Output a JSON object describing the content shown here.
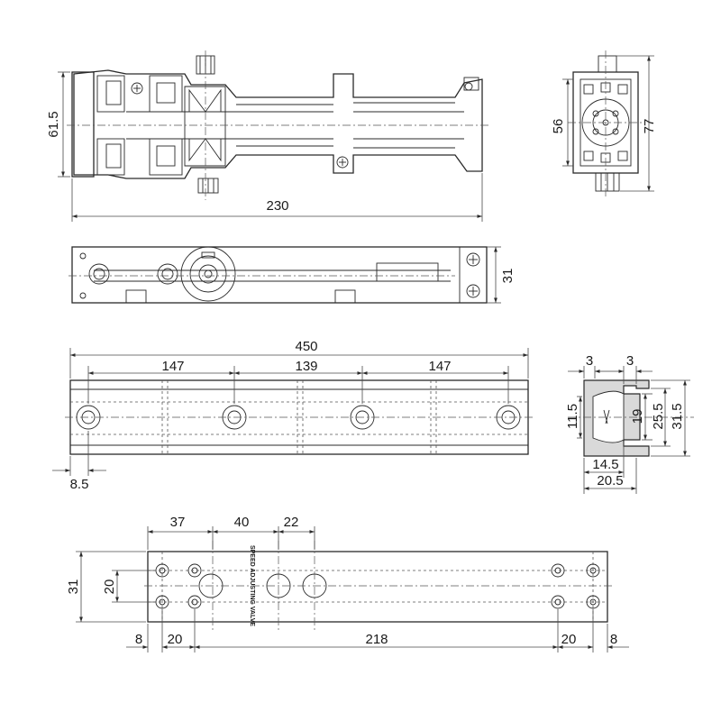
{
  "dimensions": {
    "top_view": {
      "height": "61.5",
      "length": "230"
    },
    "end_view": {
      "inner": "56",
      "outer": "77"
    },
    "side_view": {
      "height": "31"
    },
    "plate": {
      "total": "450",
      "seg_left": "147",
      "seg_mid": "139",
      "seg_right": "147",
      "edge": "8.5"
    },
    "profile": {
      "top_left": "3",
      "top_right": "3",
      "h_inner": "11.5",
      "h_mid": "19",
      "h_a": "25.5",
      "h_b": "31.5",
      "w_inner": "14.5",
      "w_outer": "20.5"
    },
    "template": {
      "top_a": "37",
      "top_b": "40",
      "top_c": "22",
      "height_outer": "31",
      "height_inner": "20",
      "bl_a": "8",
      "bl_b": "20",
      "bottom_mid": "218",
      "br_a": "20",
      "br_b": "8"
    }
  },
  "labels": {
    "valve_text": "SPEED ADJUSTING VALVE"
  }
}
